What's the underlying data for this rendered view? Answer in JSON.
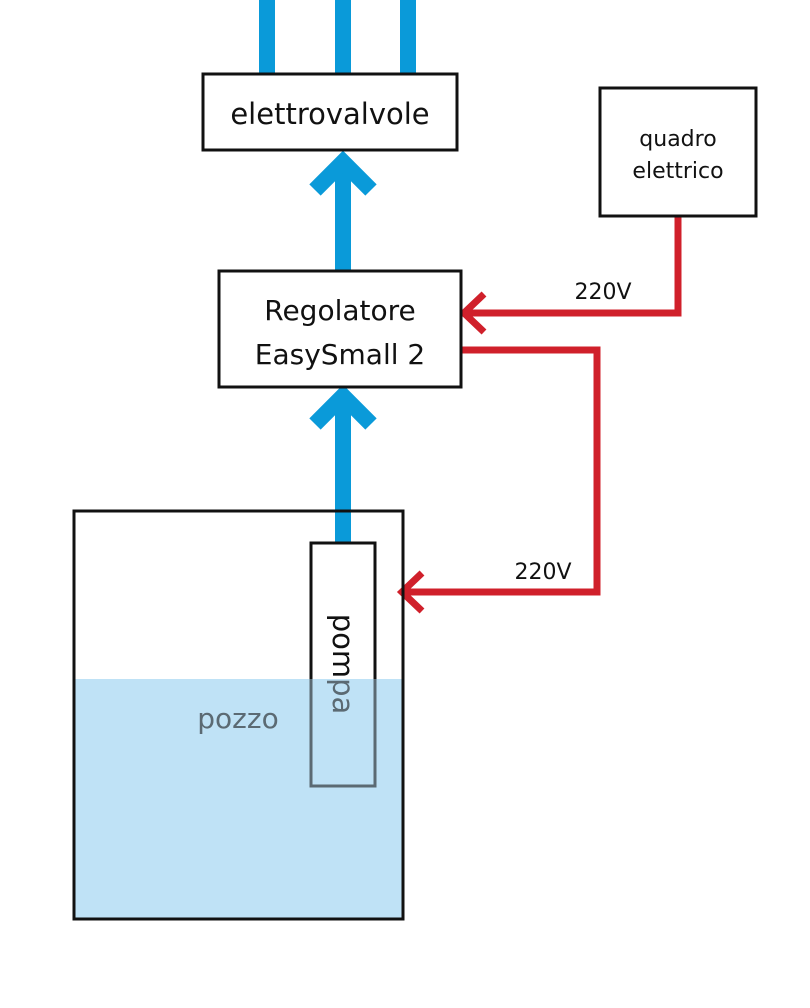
{
  "boxes": {
    "valves": "elettrovalvole",
    "regulator_line1": "Regolatore",
    "regulator_line2": "EasySmall 2",
    "panel_line1": "quadro",
    "panel_line2": "elettrico",
    "pump": "pompa",
    "well": "pozzo"
  },
  "connections": {
    "panel_to_regulator_voltage": "220V",
    "regulator_to_pump_voltage": "220V"
  },
  "colors": {
    "water_pipe": "#0a9ad9",
    "power_line": "#d0202b",
    "water": "#bfe2f6",
    "outline": "#111111",
    "submerged_outline": "#5b6a73"
  }
}
